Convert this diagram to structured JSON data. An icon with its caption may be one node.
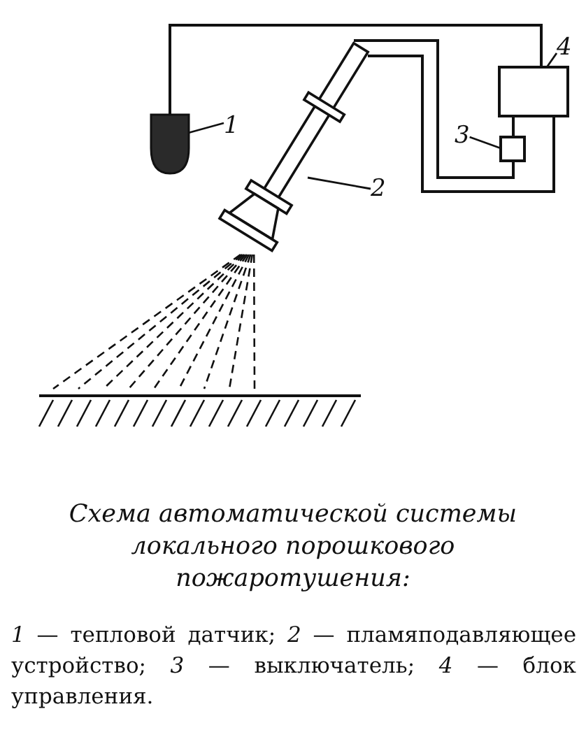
{
  "diagram": {
    "caption": "Схема автоматической системы локального порошкового пожаротушения:",
    "nodes": [
      {
        "text": [
          "1"
        ]
      },
      {
        "text": [],
        "shape": "box"
      },
      {
        "text": [
          "2"
        ]
      },
      {
        "text": [],
        "shape": "picture"
      },
      {
        "text": [
          "3"
        ]
      },
      {
        "text": [],
        "shape": "box"
      },
      {
        "text": [
          "4"
        ]
      },
      {
        "text": [],
        "shape": "box"
      }
    ],
    "edges": [
      {
        "from": 0,
        "to": 1,
        "arrow": "none"
      },
      {
        "from": 2,
        "to": 3,
        "arrow": "none"
      },
      {
        "from": 4,
        "to": 5,
        "arrow": "none"
      },
      {
        "from": 6,
        "to": 7,
        "arrow": "none"
      },
      {
        "from": 1,
        "to": 7,
        "arrow": "none"
      },
      {
        "from": 3,
        "to": 5,
        "arrow": "none"
      },
      {
        "from": 3,
        "to": 7,
        "arrow": "none"
      },
      {
        "from": 5,
        "to": 7,
        "arrow": "none"
      }
    ],
    "labels": [
      "*1* — тепловой датчик; *2* — пламяподавляющее устройство; *3* — выключатель; *4* — блок управления."
    ]
  }
}
